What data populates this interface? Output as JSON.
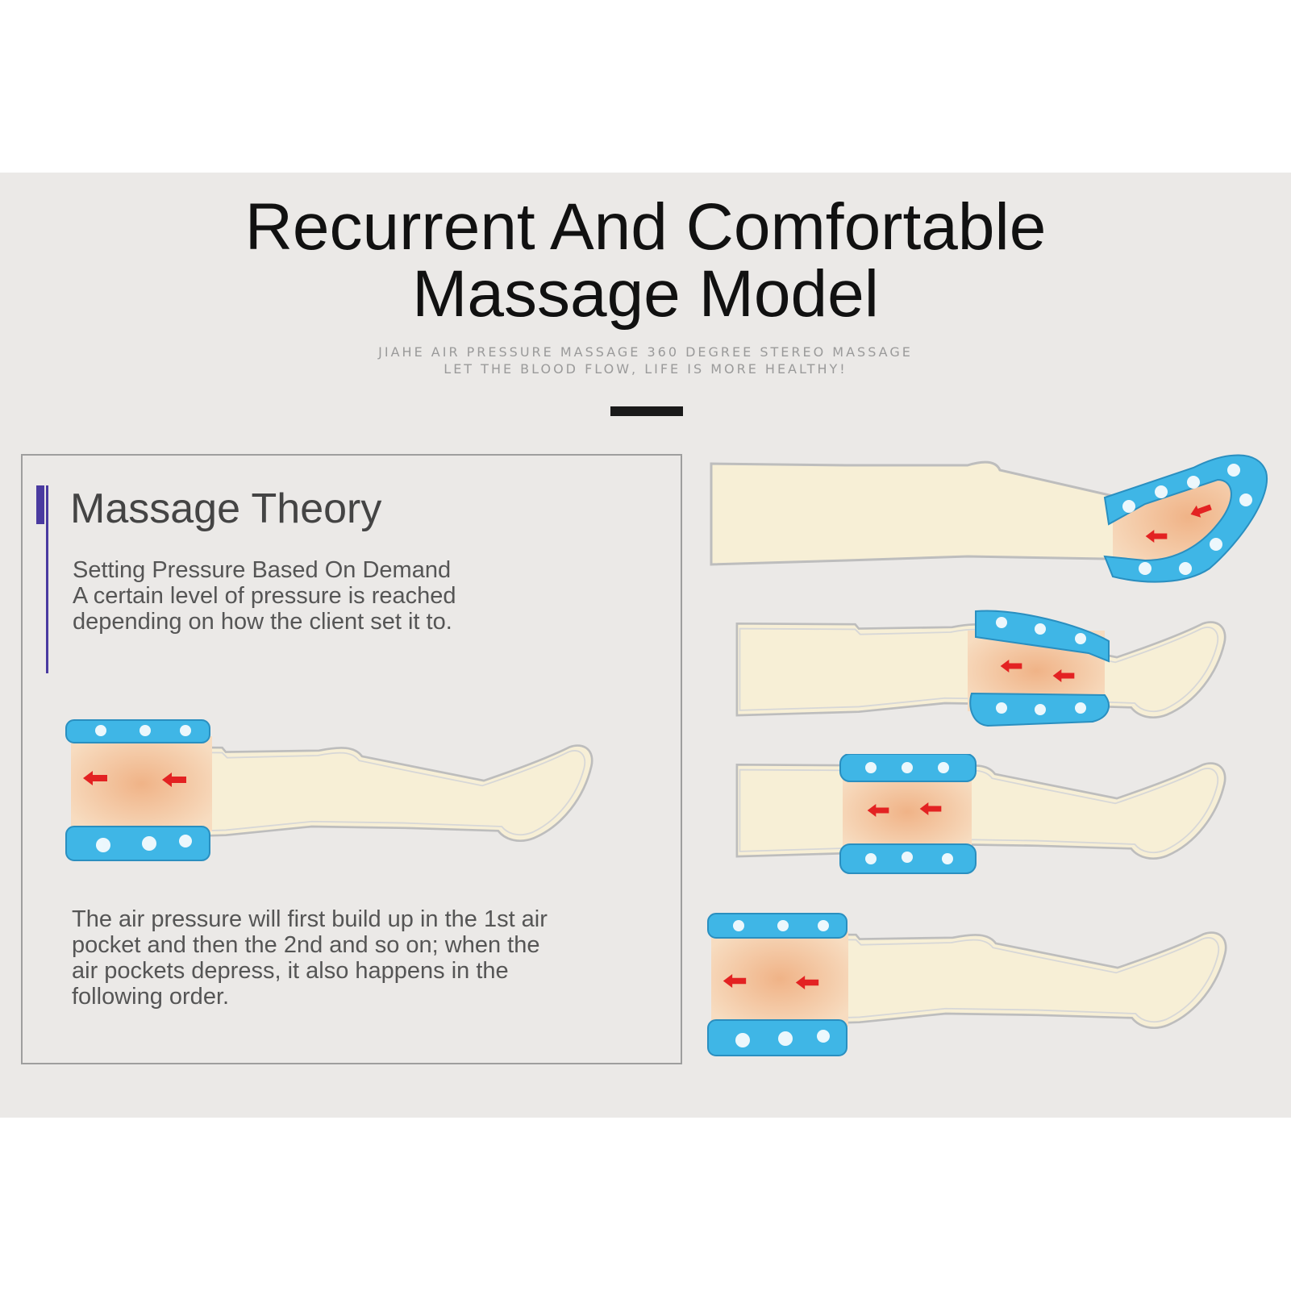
{
  "header": {
    "title_line1": "Recurrent And Comfortable",
    "title_line2": "Massage Model",
    "subtitle_line1": "JIAHE AIR PRESSURE MASSAGE 360 DEGREE STEREO MASSAGE",
    "subtitle_line2": "LET THE BLOOD FLOW, LIFE IS MORE HEALTHY!"
  },
  "theory": {
    "heading": "Massage Theory",
    "paragraph1": {
      "line1": "Setting Pressure Based On Demand",
      "line2": "A certain level of pressure is reached",
      "line3": "depending on how the client set it to."
    },
    "paragraph2": {
      "line1": "The air pressure will first build up in the 1st air",
      "line2": "pocket and then the 2nd and so on; when the",
      "line3": "air pockets depress, it also happens in the",
      "line4": "following order."
    }
  },
  "colors": {
    "cuff_blue": "#3fb6e6",
    "skin_cream": "#f7efd6",
    "pressure_orange": "#f2c29a",
    "arrow_red": "#e32222",
    "accent_bar": "#4a3aa0"
  },
  "legs": [
    {
      "cuff": "foot"
    },
    {
      "cuff": "calf"
    },
    {
      "cuff": "knee"
    },
    {
      "cuff": "thigh"
    },
    {
      "cuff": "thigh"
    }
  ]
}
